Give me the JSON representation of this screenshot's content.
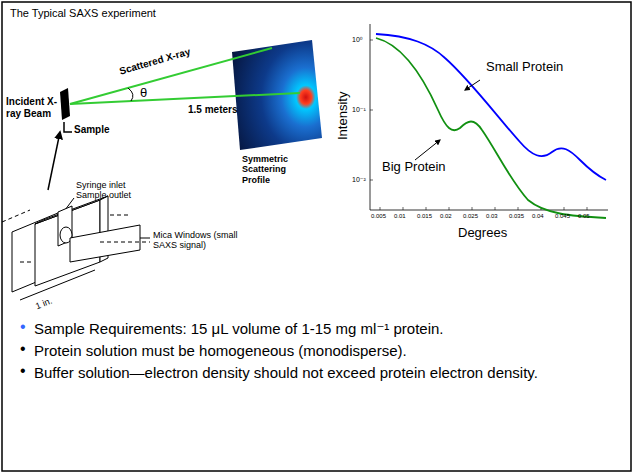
{
  "diagram": {
    "title": "The Typical SAXS experiment",
    "labels": [
      "Incident X-ray Beam",
      "Sample",
      "Scattered X-ray",
      "θ",
      "1.5 meters",
      "Symmetric Scattering Profile",
      "Syringe inlet Sample outlet",
      "Mica Windows (small SAXS signal)",
      "1 in.",
      "Intensity",
      "Degrees",
      "Small Protein",
      "Big Protein",
      "0.005",
      "0.01",
      "0.015",
      "0.02",
      "0.025",
      "0.03",
      "0.035",
      "0.04",
      "0.045",
      "0.05",
      "10⁰",
      "10⁻¹",
      "10⁻²",
      "•",
      "Sample Requirements: 15 μL volume of 1-15 mg ml⁻¹ protein.",
      "•",
      "Protein solution must be homogeneous (monodisperse).",
      "•",
      "Buffer solution—electron density should not exceed protein electron density."
    ]
  }
}
